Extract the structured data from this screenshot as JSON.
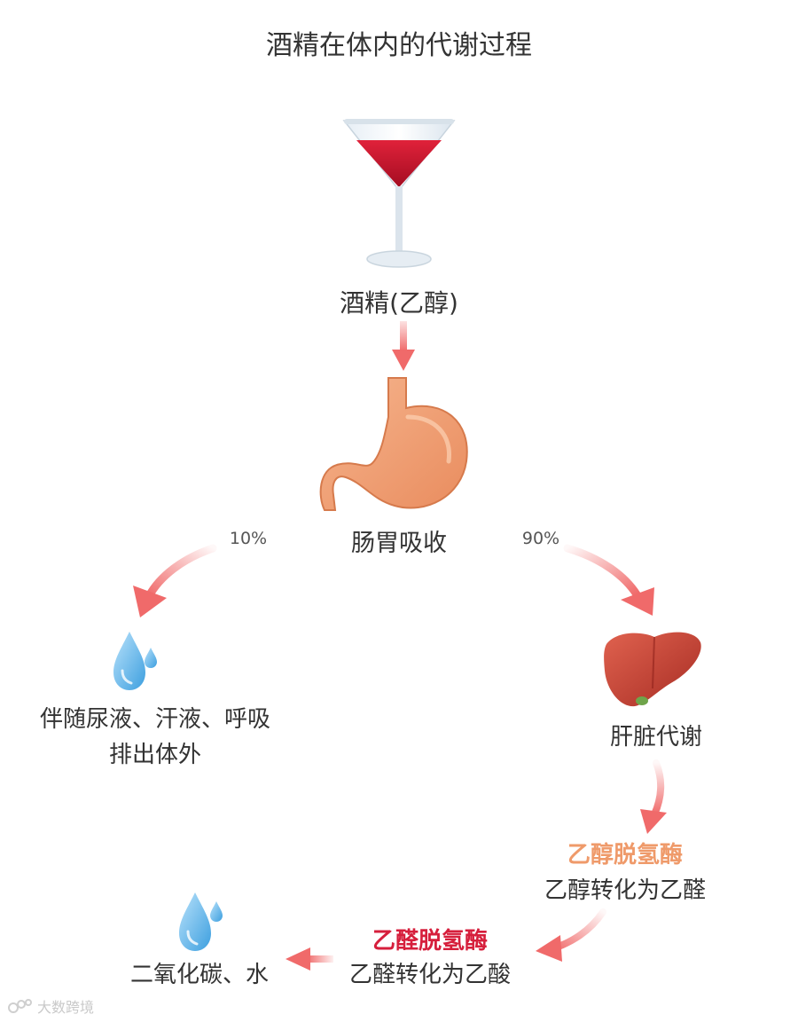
{
  "title": "酒精在体内的代谢过程",
  "nodes": {
    "ethanol": "酒精(乙醇)",
    "stomach": "肠胃吸收",
    "excrete_line1": "伴随尿液、汗液、呼吸",
    "excrete_line2": "排出体外",
    "liver": "肝脏代谢",
    "adh_enzyme": "乙醇脱氢酶",
    "adh_desc": "乙醇转化为乙醛",
    "aldh_enzyme": "乙醛脱氢酶",
    "aldh_desc": "乙醛转化为乙酸",
    "co2_water": "二氧化碳、水"
  },
  "percentages": {
    "left": "10%",
    "right": "90%"
  },
  "watermark": "大数跨境",
  "colors": {
    "arrow": "#f06a6a",
    "adh": "#ef9a6a",
    "aldh": "#d61f3c",
    "wine": "#c8102e",
    "stomach": "#f0a47a",
    "liver": "#c9443a",
    "water": "#5ab4e8"
  },
  "icons": [
    "wine-glass-icon",
    "stomach-icon",
    "liver-icon",
    "water-drop-icon"
  ]
}
